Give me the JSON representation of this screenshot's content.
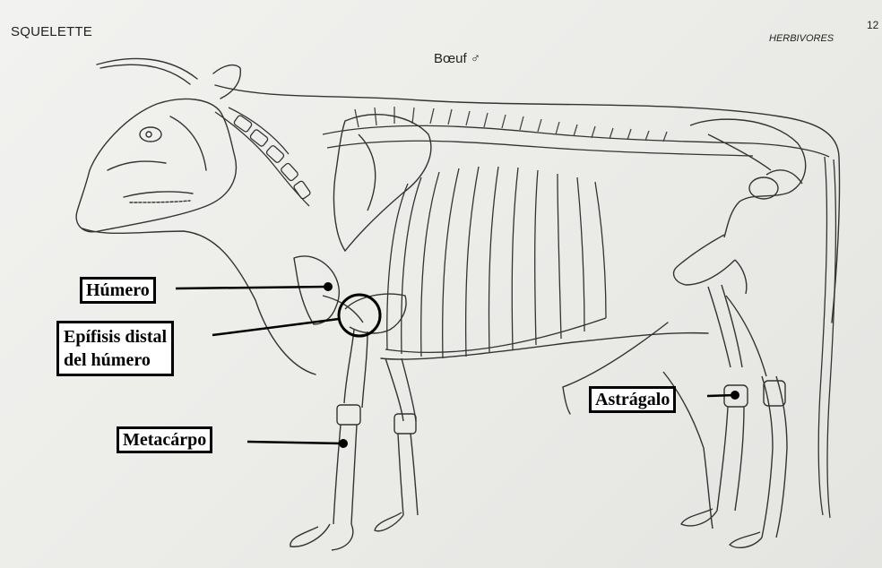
{
  "header": {
    "left": "SQUELETTE",
    "center": "Bœuf ♂",
    "right": "HERBIVORES",
    "page_number": "12"
  },
  "labels": {
    "humero": "Húmero",
    "epifisis_line1": "Epífisis distal",
    "epifisis_line2": "del húmero",
    "metacarpo": "Metacárpo",
    "astragalo": "Astrágalo"
  }
}
